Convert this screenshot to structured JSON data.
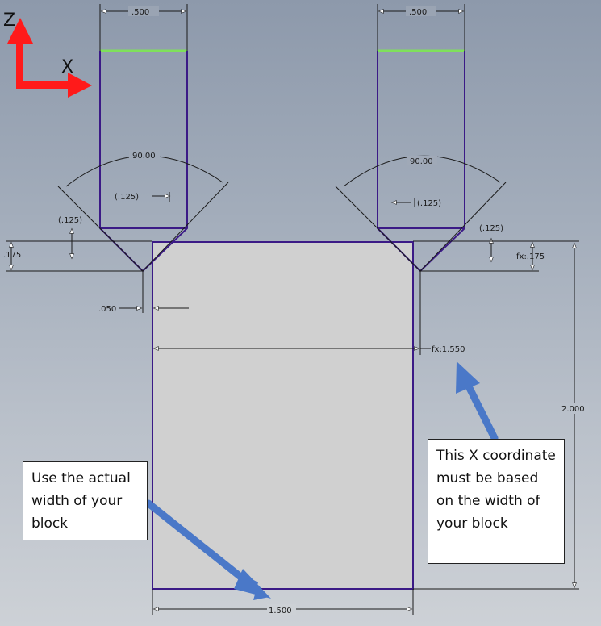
{
  "axes": {
    "vertical_label": "Z",
    "horizontal_label": "X",
    "color": "#ff1a1a"
  },
  "dimensions": {
    "left_tool_width": ".500",
    "right_tool_width": ".500",
    "left_angle": "90.00",
    "right_angle": "90.00",
    "left_tip_inner": "(.125)",
    "right_tip_inner": "(.125)",
    "left_chamfer_outer": "(.125)",
    "right_chamfer_outer": "(.125)",
    "left_depth": ".175",
    "right_depth": "fx:.175",
    "offset": ".050",
    "x_coordinate": "fx:1.550",
    "block_height": "2.000",
    "block_width": "1.500"
  },
  "callouts": {
    "left": "Use the actual width of your block",
    "right": "This X coordinate must be based on the width of your block"
  },
  "colors": {
    "sketch_line": "#3b1a86",
    "block_fill": "#d0d0d0",
    "green_edge": "#7fe05a",
    "arrow_blue": "#4a78c8"
  }
}
